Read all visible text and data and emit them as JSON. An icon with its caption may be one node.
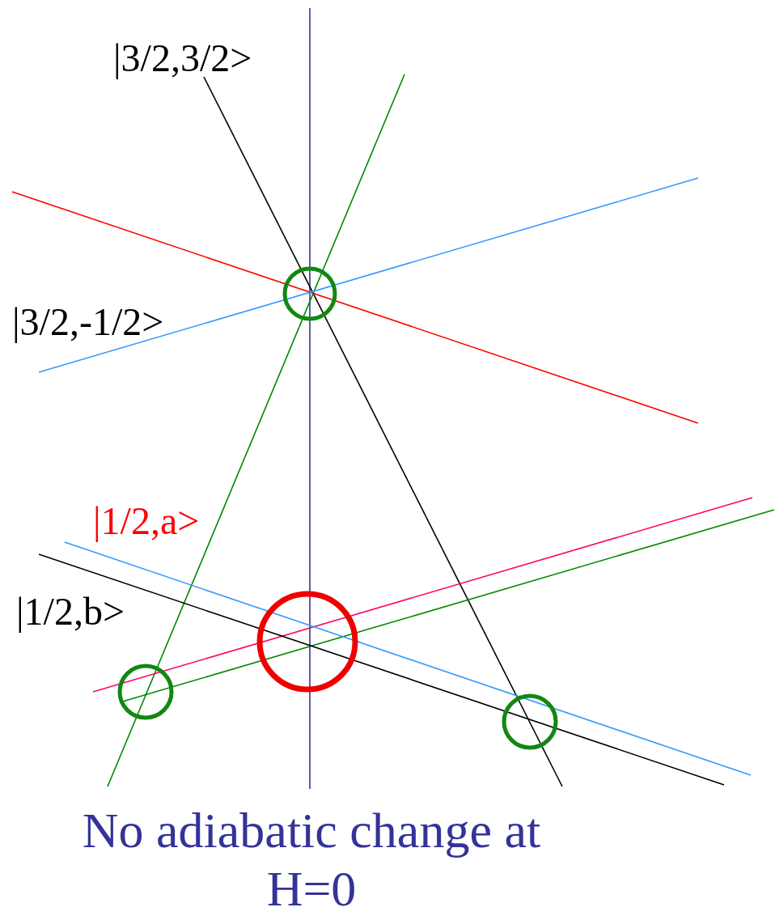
{
  "diagram": {
    "caption": "No adiabatic change at H=0",
    "labels": [
      "|3/2,3/2>",
      "|3/2,-1/2>",
      "|1/2,a>",
      "|1/2,b>"
    ]
  }
}
